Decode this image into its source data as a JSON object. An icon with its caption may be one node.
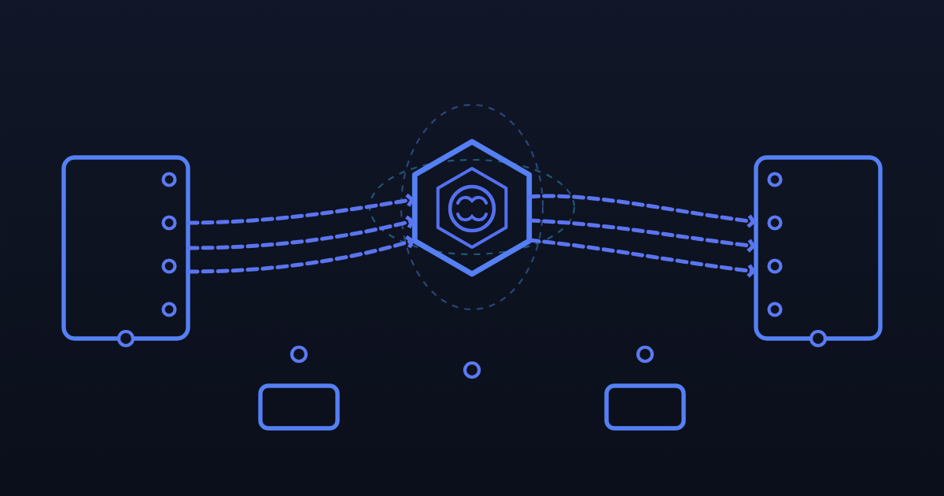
{
  "diagram": {
    "nodes": [
      {
        "text": [],
        "shape": "box"
      },
      {
        "text": [],
        "shape": "hexagon"
      },
      {
        "text": [],
        "shape": "box"
      },
      {
        "text": [],
        "shape": "box"
      },
      {
        "text": [],
        "shape": "box"
      }
    ],
    "edges": [
      {
        "from": 0,
        "to": 1,
        "arrow": "to",
        "style": "dashed"
      },
      {
        "from": 0,
        "to": 1,
        "arrow": "to",
        "style": "dashed"
      },
      {
        "from": 0,
        "to": 1,
        "arrow": "to",
        "style": "dashed"
      },
      {
        "from": 1,
        "to": 2,
        "arrow": "to",
        "style": "dashed"
      },
      {
        "from": 1,
        "to": 2,
        "arrow": "to",
        "style": "dashed"
      },
      {
        "from": 1,
        "to": 2,
        "arrow": "to",
        "style": "dashed"
      }
    ]
  }
}
